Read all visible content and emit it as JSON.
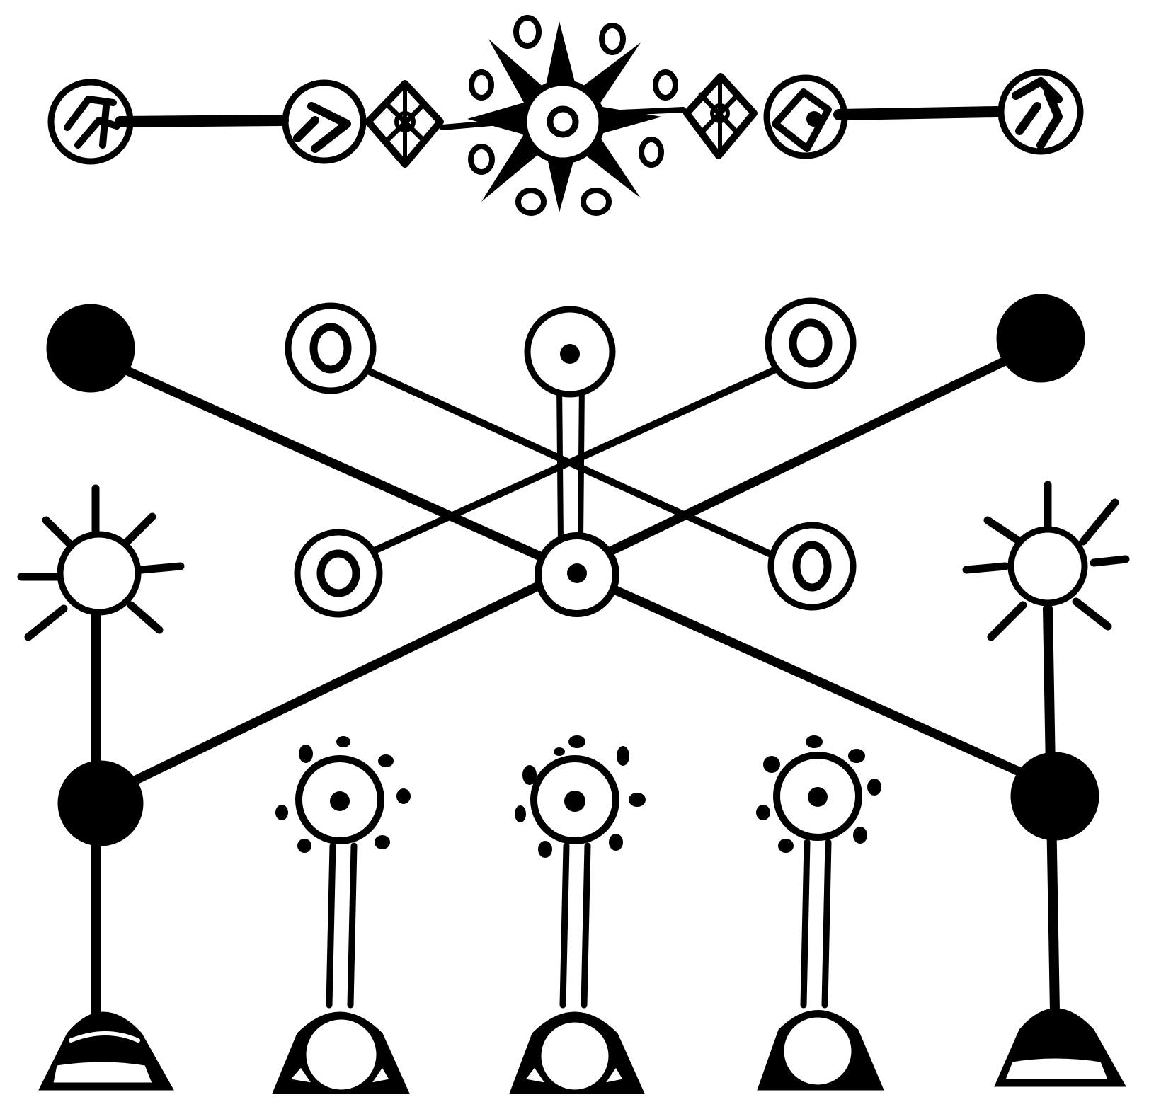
{
  "colors": {
    "ink": "#000000",
    "paper": "#ffffff"
  },
  "figure": {
    "top_band": {
      "end_disc_left": "glyph-disc",
      "end_disc_right": "glyph-disc",
      "center_ornament": "eight-point-star"
    },
    "bottom_row": {
      "outer_stands": "sun-topped-pillar",
      "inner_stands": "dotted-lamp-stand"
    }
  }
}
